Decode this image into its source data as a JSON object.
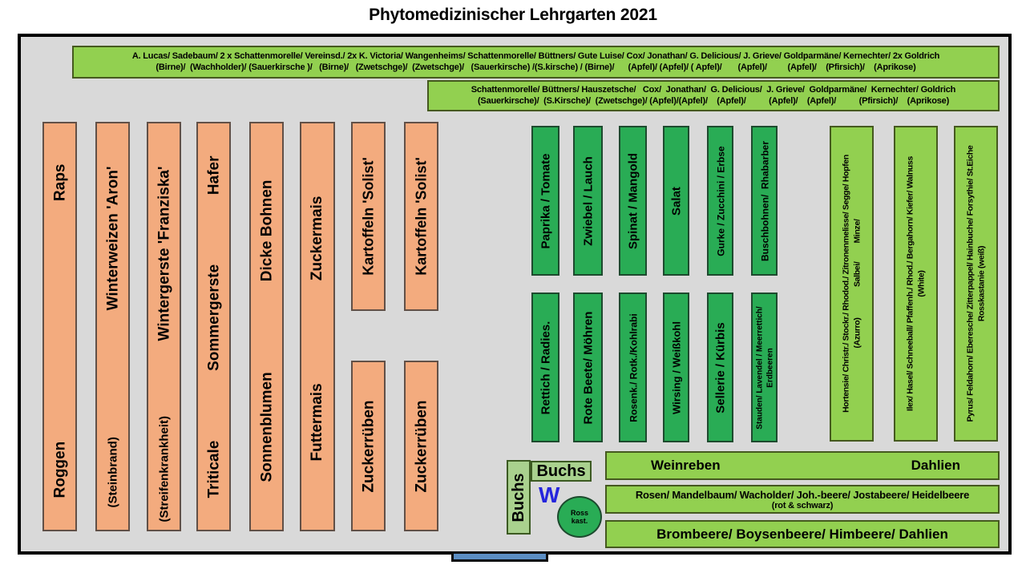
{
  "title": "Phytomedizinischer Lehrgarten 2021",
  "colors": {
    "field_strip_orange": "#f3ab7e",
    "vegetable_bed_green": "#29ac55",
    "tree_bed_light_green": "#92d050",
    "buchs_hedge_green": "#a9d18e",
    "garden_background_gray": "#d9d9d9",
    "w_marker_blue": "#2525dd",
    "gate_bar_blue": "#5b8ec4"
  },
  "orchard_rows": {
    "row1": {
      "line1": "A. Lucas/ Sadebaum/ 2 x Schattenmorelle/ Vereinsd./ 2x K. Victoria/ Wangenheims/ Schattenmorelle/ Büttners/ Gute Luise/ Cox/ Jonathan/ G. Delicious/ J. Grieve/ Goldparmäne/ Kernechter/ 2x Goldrich",
      "line2": "(Birne)/  (Wachholder)/ (Sauerkirsche )/   (Birne)/   (Zwetschge)/  (Zwetschge)/   (Sauerkirsche) /(S.kirsche) / (Birne)/      (Apfel)/ (Apfel)/ ( Apfel)/       (Apfel)/         (Apfel)/    (Pfirsich)/    (Aprikose)"
    },
    "row2": {
      "line1": "Schattenmorelle/ Büttners/ Hauszetsche/   Cox/  Jonathan/  G. Delicious/  J. Grieve/  Goldparmäne/  Kernechter/ Goldrich",
      "line2": "(Sauerkirsche)/  (S.Kirsche)/  (Zwetschge)/ (Apfel)/(Apfel)/    (Apfel)/          (Apfel)/    (Apfel)/          (Pfirsich)/    (Aprikose)"
    }
  },
  "field_strips": {
    "raps": "Raps",
    "roggen": "Roggen",
    "winterweizen": "Winterweizen 'Aron'",
    "steinbrand": "(Steinbrand)",
    "wintergerste": "Wintergerste 'Franziska'",
    "streifenkrankheit": "(Streifenkrankheit)",
    "hafer": "Hafer",
    "sommergerste": "Sommergerste",
    "triticale": "Triticale",
    "dicke_bohnen": "Dicke Bohnen",
    "sonnenblumen": "Sonnenblumen",
    "zuckermais": "Zuckermais",
    "futtermais": "Futtermais",
    "kartoffeln_1": "Kartoffeln 'Solist'",
    "zuckerrueben_1": "Zuckerrüben",
    "kartoffeln_2": "Kartoffeln 'Solist'",
    "zuckerrueben_2": "Zuckerrüben"
  },
  "veg_beds_top": {
    "bed1": "Paprika / Tomate",
    "bed2": "Zwiebel / Lauch",
    "bed3": "Spinat / Mangold",
    "bed4": "Salat",
    "bed5": "Gurke / Zucchini / Erbse",
    "bed6": "Buschbohnen/  Rhabarber"
  },
  "veg_beds_bottom": {
    "bed1": "Rettich / Radies.",
    "bed2": "Rote Beete/ Möhren",
    "bed3": "Rosenk./ Rotk./Kohlrabi",
    "bed4": "Wirsing / Weißkohl",
    "bed5": "Sellerie / Kürbis",
    "bed6_line1": "Stauden/ Lavendel / Meerrettich/",
    "bed6_line2": "Erdbeeren"
  },
  "shrub_beds_right": {
    "bed1_line1": "Hortensie/ Christr./ Stockr./ Rhodod./ Zitronenmelisse/ Segge/ Hopfen",
    "bed1_line2": "(Azurro)               Salbei/         Minze/",
    "bed2_line1": "Ilex/ Hasel/ Schneeball/ Pfaffenh./ Rhod./ Bergahorn/ Kiefer/  Walnuss",
    "bed2_line2": "(White)",
    "bed3_line1": "Pyrus/ Feldahorn/ Eberesche/ Zitterpappel/ Hainbuche/ Forsythie/ St.Eiche",
    "bed3_line2": "Rosskastanie (weiß)"
  },
  "bottom_beds": {
    "weinreben": "Weinreben",
    "dahlien": "Dahlien",
    "rosen_line1": "Rosen/ Mandelbaum/ Wacholder/ Joh.-beere/ Jostabeere/ Heidelbeere",
    "rosen_line2": "(rot & schwarz)",
    "brombeere": "Brombeere/ Boysenbeere/ Himbeere/ Dahlien"
  },
  "hedges": {
    "buchs_vertical": "Buchs",
    "buchs_horizontal": "Buchs"
  },
  "markers": {
    "w": "W",
    "rosskastanie_line1": "Ross",
    "rosskastanie_line2": "kast."
  }
}
